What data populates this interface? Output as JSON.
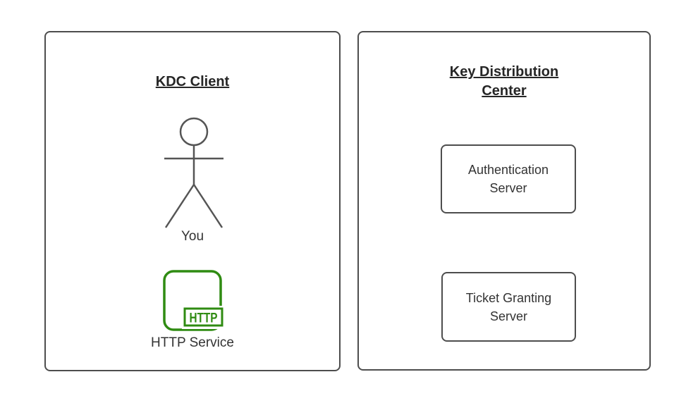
{
  "colors": {
    "panel_border": "#4d4d4d",
    "node_border": "#4d4d4d",
    "actor_stroke": "#555555",
    "accent_green": "#2f8b12",
    "text": "#333333",
    "background": "#ffffff"
  },
  "client_panel": {
    "title": "KDC Client",
    "actor_label": "You",
    "http_badge": "HTTP",
    "http_service_label": "HTTP Service"
  },
  "kdc_panel": {
    "title": "Key Distribution Center",
    "servers": [
      {
        "label": "Authentication Server"
      },
      {
        "label": "Ticket Granting Server"
      }
    ]
  }
}
